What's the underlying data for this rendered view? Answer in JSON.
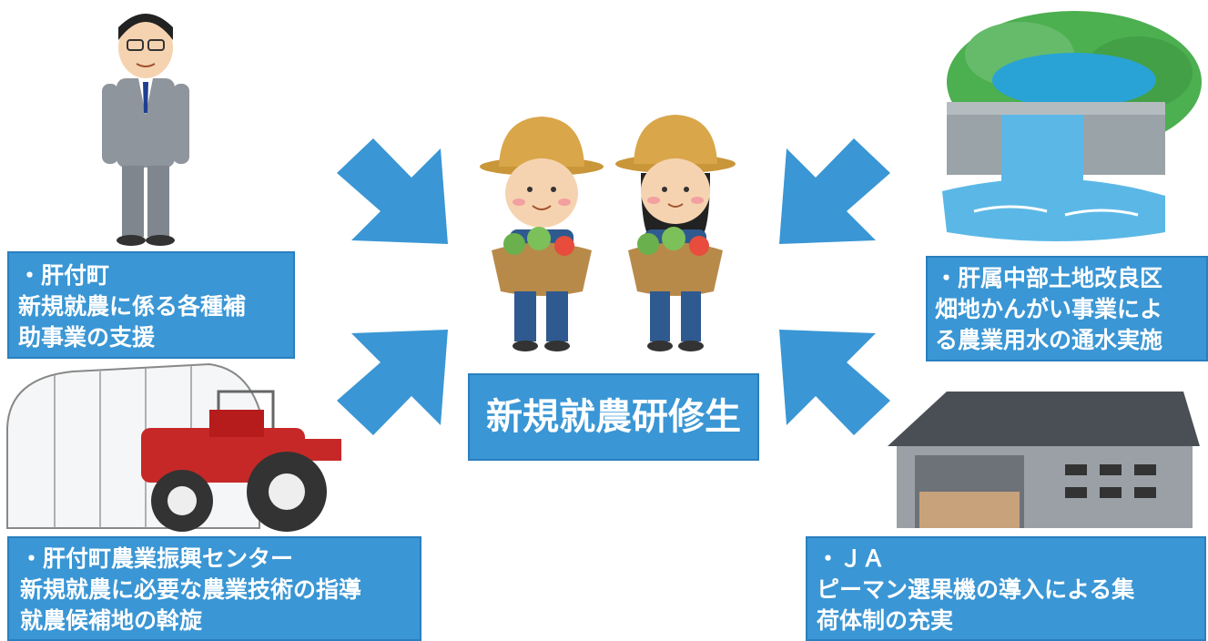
{
  "center": {
    "label": "新規就農研修生"
  },
  "supporters": [
    {
      "lines": [
        "・肝付町",
        "新規就農に係る各種補",
        "助事業の支援"
      ],
      "icon": "official-person-icon"
    },
    {
      "lines": [
        "・肝属中部土地改良区",
        "畑地かんがい事業によ",
        "る農業用水の通水実施"
      ],
      "icon": "dam-icon"
    },
    {
      "lines": [
        "・肝付町農業振興センター",
        "新規就農に必要な農業技術の指導",
        "就農候補地の斡旋"
      ],
      "icon": "tractor-greenhouse-icon"
    },
    {
      "lines": [
        "・ＪＡ",
        "ピーマン選果機の導入による集",
        "荷体制の充実"
      ],
      "icon": "warehouse-icon"
    }
  ],
  "colors": {
    "box": "#3a96d4",
    "arrow": "#3a96d4",
    "text": "#ffffff"
  }
}
